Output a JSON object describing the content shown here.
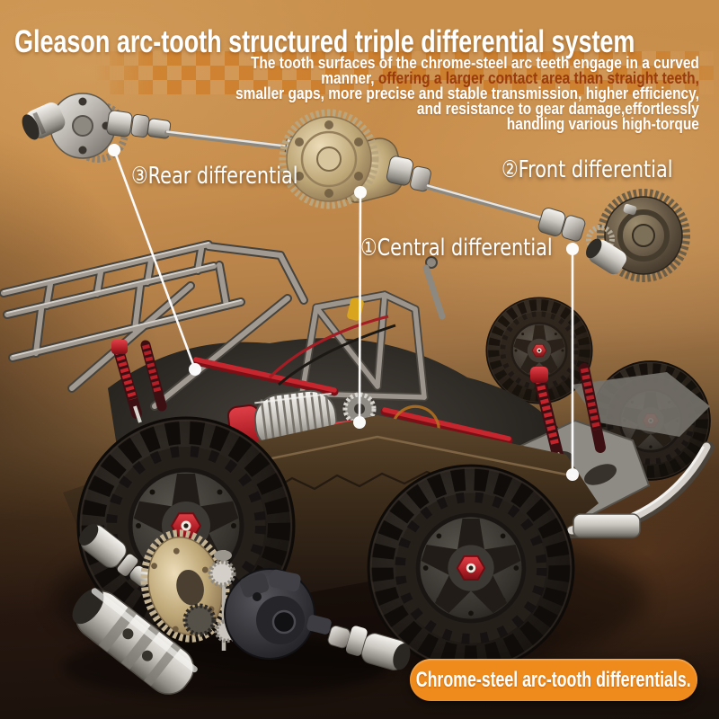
{
  "header": {
    "title": "Gleason arc-tooth structured triple differential system",
    "subtitle": {
      "line1": "The tooth surfaces of the chrome-steel arc teeth engage in a curved",
      "line2_white": "manner, ",
      "line2_red": "offering a larger contact area than straight teeth,",
      "line3": "smaller gaps, more precise and stable transmission, higher efficiency,",
      "line4": "and resistance to gear damage,effortlessly",
      "line5": "handling various high-torque"
    }
  },
  "callouts": {
    "rear": {
      "label": "③Rear differential"
    },
    "front": {
      "label": "②Front differential"
    },
    "central": {
      "label": "①Central differential"
    }
  },
  "badge": {
    "text": "Chrome-steel arc-tooth differentials."
  },
  "colors": {
    "accent_orange": "#ef8b1d",
    "subtitle_red": "#9a3b0e",
    "background_sand": "#c58b4a",
    "background_dark": "#170f0a",
    "text_white": "#ffffff"
  }
}
